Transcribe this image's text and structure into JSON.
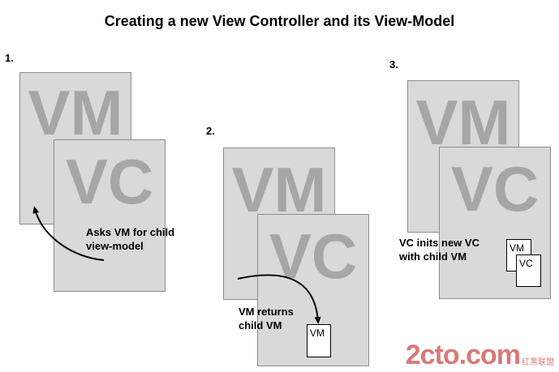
{
  "title": "Creating a new View Controller and its View-Model",
  "steps": [
    {
      "number": "1.",
      "vm_label": "VM",
      "vc_label": "VC",
      "caption": "Asks VM for child\nview-model"
    },
    {
      "number": "2.",
      "vm_label": "VM",
      "vc_label": "VC",
      "caption": "VM returns\nchild VM",
      "child_vm_label": "VM"
    },
    {
      "number": "3.",
      "vm_label": "VM",
      "vc_label": "VC",
      "caption": "VC inits new VC\nwith child VM",
      "child_vm_label": "VM",
      "child_vc_label": "VC"
    }
  ],
  "watermark": {
    "main": "2cto.com",
    "sub": "红黑联盟"
  },
  "colors": {
    "card_fill": "#d9d9d9",
    "card_border": "#8c8c8c",
    "letters": "#a6a6a6",
    "watermark": "#b80c0c"
  }
}
